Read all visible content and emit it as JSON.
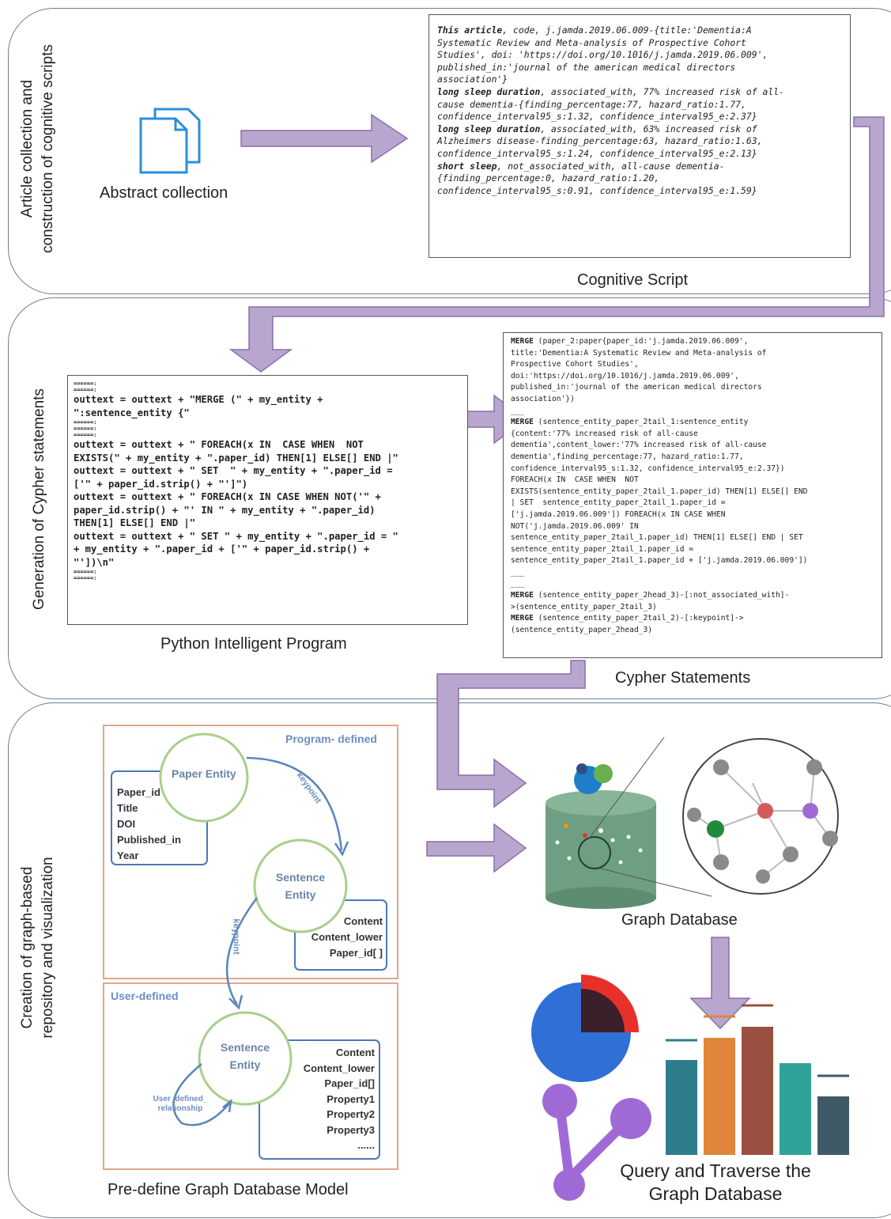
{
  "section1": {
    "side_label_lines": [
      "Article collection and",
      "construction of cognitive scripts"
    ],
    "abstract_caption": "Abstract collection",
    "script_caption": "Cognitive Script",
    "script_lines": [
      "This article, code, j.jamda.2019.06.009-{title:'Dementia:A",
      "Systematic Review and Meta-analysis of Prospective Cohort",
      "Studies', doi: 'https://doi.org/10.1016/j.jamda.2019.06.009',",
      "published_in:'journal of the american medical directors",
      "association'}",
      "",
      "long sleep duration, associated_with, 77% increased risk of all-",
      "cause dementia-{finding_percentage:77, hazard_ratio:1.77,",
      "confidence_interval95_s:1.32, confidence_interval95_e:2.37}",
      "",
      "long sleep duration, associated_with, 63% increased risk of",
      "Alzheimers disease-finding_percentage:63, hazard_ratio:1.63,",
      "confidence_interval95_s:1.24, confidence_interval95_e:2.13}",
      "",
      "short sleep, not_associated_with, all-cause dementia-",
      "{finding_percentage:0, hazard_ratio:1.20,",
      "confidence_interval95_s:0.91, confidence_interval95_e:1.59}"
    ]
  },
  "section2": {
    "side_label": "Generation of Cypher statements",
    "python_caption": "Python Intelligent Program",
    "cypher_caption": "Cypher Statements",
    "python_lines": [
      "======:",
      "======:",
      "outtext = outtext + \"MERGE (\" + my_entity +",
      "\":sentence_entity {\"",
      "======:",
      "======:",
      "======:",
      "outtext = outtext + \" FOREACH(x IN  CASE WHEN  NOT",
      "EXISTS(\" + my_entity + \".paper_id) THEN[1] ELSE[] END |\"",
      "outtext = outtext + \" SET  \" + my_entity + \".paper_id =",
      "['\" + paper_id.strip() + \"']\")",
      "outtext = outtext + \" FOREACH(x IN CASE WHEN NOT('\" +",
      "paper_id.strip() + \"' IN \" + my_entity + \".paper_id)",
      "THEN[1] ELSE[] END |\"",
      "outtext = outtext + \" SET \" + my_entity + \".paper_id = \"",
      "+ my_entity + \".paper_id + ['\" + paper_id.strip() +",
      "\"'])\\n\"",
      "======:",
      "======:"
    ],
    "cypher_lines": [
      "MERGE (paper_2:paper{paper_id:'j.jamda.2019.06.009',",
      "title:'Dementia:A Systematic Review and Meta-analysis of",
      "Prospective Cohort Studies',",
      "doi:'https://doi.org/10.1016/j.jamda.2019.06.009',",
      "published_in:'journal of the american medical directors",
      "association'})",
      "___",
      "",
      "MERGE (sentence_entity_paper_2tail_1:sentence_entity",
      "{content:'77% increased risk of all-cause",
      "dementia',content_lower:'77% increased risk of all-cause",
      "dementia',finding_percentage:77, hazard_ratio:1.77,",
      "confidence_interval95_s:1.32, confidence_interval95_e:2.37})",
      "FOREACH(x IN  CASE WHEN  NOT",
      "EXISTS(sentence_entity_paper_2tail_1.paper_id) THEN[1] ELSE[] END",
      "| SET  sentence_entity_paper_2tail_1.paper_id =",
      "['j.jamda.2019.06.009']) FOREACH(x IN CASE WHEN",
      "NOT('j.jamda.2019.06.009' IN",
      "sentence_entity_paper_2tail_1.paper_id) THEN[1] ELSE[] END | SET",
      "sentence_entity_paper_2tail_1.paper_id =",
      "sentence_entity_paper_2tail_1.paper_id + ['j.jamda.2019.06.009'])",
      "___",
      "___",
      "MERGE (sentence_entity_paper_2head_3)-[:not_associated_with]-",
      ">(sentence_entity_paper_2tail_3)",
      "MERGE (sentence_entity_paper_2tail_2)-[:keypoint]->",
      "(sentence_entity_paper_2head_3)"
    ]
  },
  "section3": {
    "side_label_lines": [
      "Creation of graph-based",
      "repository and visualization"
    ],
    "model_caption": "Pre-define Graph Database Model",
    "program_defined": "Program- defined",
    "user_defined": "User-defined",
    "paper_entity": "Paper Entity",
    "paper_props": [
      "Paper_id",
      "Title",
      "DOI",
      "Published_in",
      "Year"
    ],
    "sentence_entity_lines": [
      "Sentence",
      "Entity"
    ],
    "sentence_props": [
      "Content",
      "Content_lower",
      "Paper_id[ ]"
    ],
    "user_sentence_props": [
      "Content",
      "Content_lower",
      "Paper_id[]",
      "Property1",
      "Property2",
      "Property3",
      "......"
    ],
    "keypoint": "keypoint",
    "user_rel_lines": [
      "User_defined_",
      "relationship"
    ],
    "graph_db_caption": "Graph Database",
    "query_caption_lines": [
      "Query and Traverse the",
      "Graph Database"
    ]
  },
  "colors": {
    "arrow": "#b9a6cf",
    "arrow_stroke": "#8a6fa8",
    "box_border": "#e0a88f",
    "entity_stroke": "#a9cf8a",
    "prop_border": "#4a78b5",
    "db_cyl": "#6f9f82",
    "bar1": "#2e7d8c",
    "bar2": "#e0863a",
    "bar3": "#9a5040",
    "bar4": "#2ea39a",
    "bar5": "#3f5a66",
    "pie_blue": "#2f6fd6",
    "pie_dark": "#3b1f2a",
    "pie_red": "#e8302a",
    "node_purple": "#a06ad6"
  }
}
